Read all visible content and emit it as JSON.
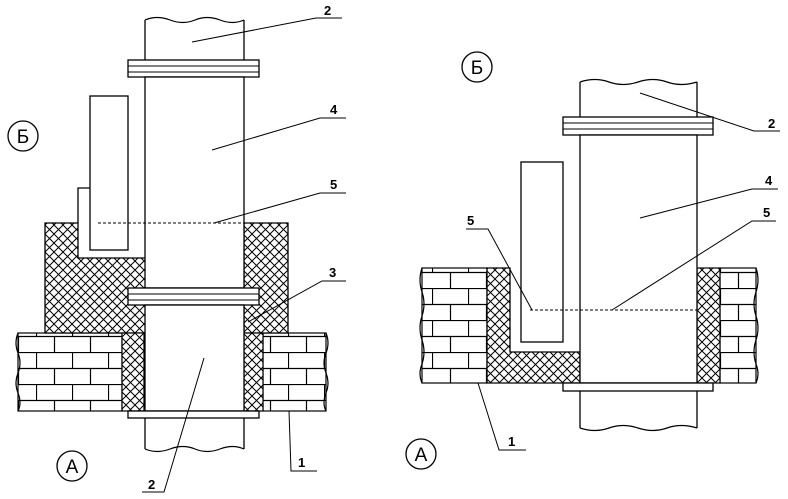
{
  "left": {
    "callouts": {
      "c2_top": "2",
      "c4": "4",
      "c5": "5",
      "c3": "3",
      "c1": "1",
      "c2_bottom": "2"
    },
    "zones": {
      "upper": "Б",
      "lower": "А"
    }
  },
  "right": {
    "callouts": {
      "c2": "2",
      "c4": "4",
      "c5_right": "5",
      "c5_left": "5",
      "c1": "1"
    },
    "zones": {
      "upper": "Б",
      "lower": "А"
    }
  }
}
